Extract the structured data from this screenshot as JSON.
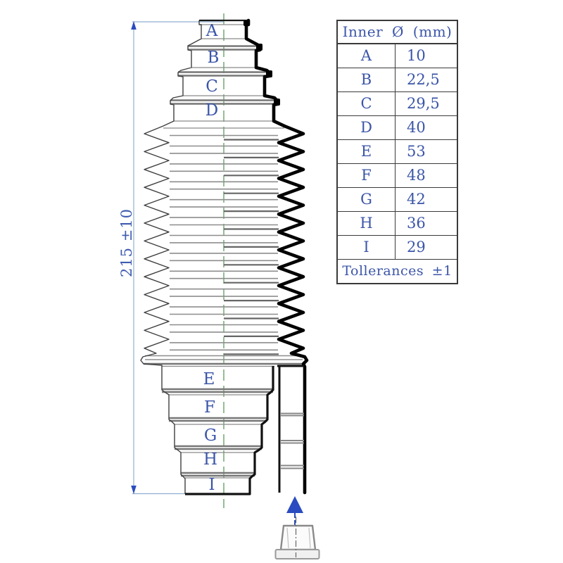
{
  "diagram": {
    "dimension_label": "215 ±10",
    "section_labels": [
      "A",
      "B",
      "C",
      "D",
      "E",
      "F",
      "G",
      "H",
      "I"
    ]
  },
  "table": {
    "header": "Inner Ø (mm)",
    "rows": [
      {
        "label": "A",
        "value": "10"
      },
      {
        "label": "B",
        "value": "22,5"
      },
      {
        "label": "C",
        "value": "29,5"
      },
      {
        "label": "D",
        "value": "40"
      },
      {
        "label": "E",
        "value": "53"
      },
      {
        "label": "F",
        "value": "48"
      },
      {
        "label": "G",
        "value": "42"
      },
      {
        "label": "H",
        "value": "36"
      },
      {
        "label": "I",
        "value": "29"
      }
    ],
    "footer": "Tollerances ±1"
  },
  "colors": {
    "label_blue": "#3b55a8",
    "dimension_line_blue": "#8fafd0",
    "arrow_blue": "#2a4cc0",
    "centerline_green": "#74a874",
    "outline_gray": "#3f3f3f",
    "shadow_black": "#000000",
    "table_border": "#3a3a3a"
  }
}
